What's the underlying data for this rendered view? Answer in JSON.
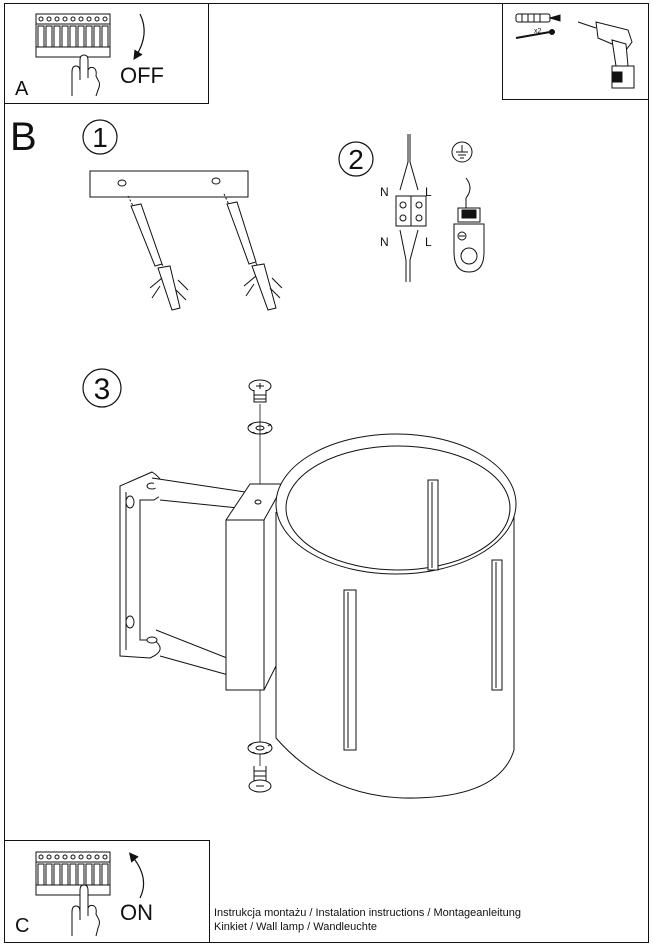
{
  "panel_a": {
    "letter": "A",
    "action": "OFF"
  },
  "panel_b": {
    "letter": "B"
  },
  "panel_c": {
    "letter": "C",
    "action": "ON"
  },
  "steps": {
    "one": "1",
    "two": "2",
    "three": "3"
  },
  "tools": {
    "quantity": "x2"
  },
  "wiring": {
    "neutral": "N",
    "live": "L"
  },
  "caption": {
    "line1": "Instrukcja montażu / Instalation instructions / Montageanleitung",
    "line2": "Kinkiet  / Wall lamp / Wandleuchte"
  }
}
